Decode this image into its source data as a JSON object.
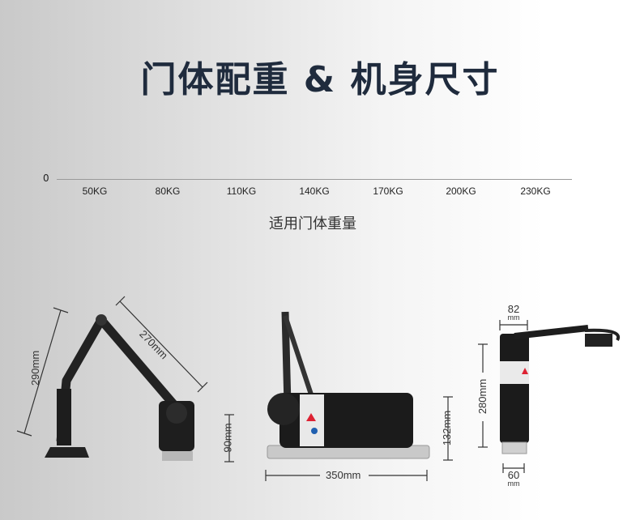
{
  "title": "门体配重 & 机身尺寸",
  "weight_axis": {
    "origin_label": "0",
    "tick_labels": [
      "50KG",
      "80KG",
      "110KG",
      "140KG",
      "170KG",
      "200KG",
      "230KG"
    ],
    "axis_title": "适用门体重量"
  },
  "dimensions": {
    "arm_height": "290mm",
    "arm_length": "270mm",
    "base_height": "90mm",
    "body_height": "132mm",
    "body_length": "350mm",
    "top_width_value": "82",
    "top_width_unit": "mm",
    "side_height": "280mm",
    "bottom_width_value": "60",
    "bottom_width_unit": "mm"
  },
  "colors": {
    "title": "#1f2b3d",
    "product": "#1b1b1b",
    "plate": "#c8c8c8"
  }
}
